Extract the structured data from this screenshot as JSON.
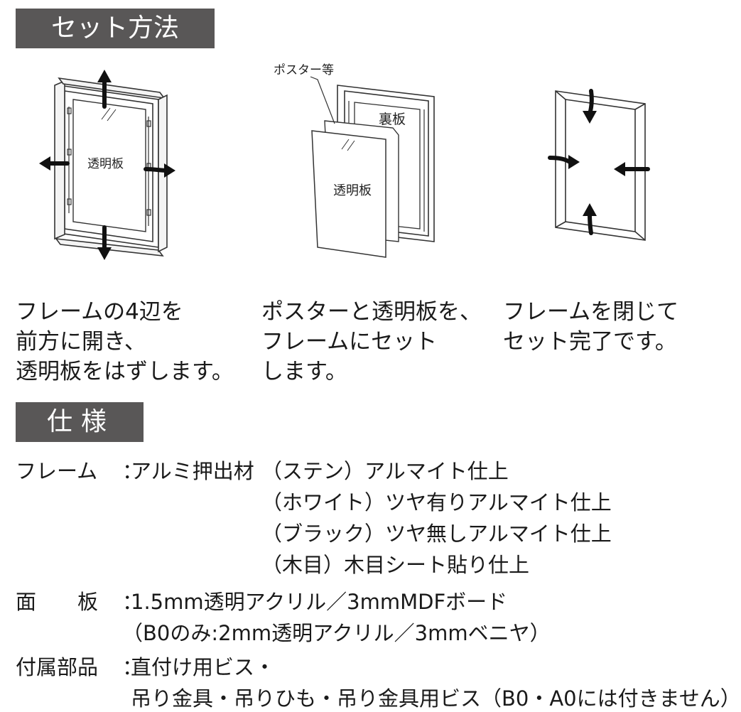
{
  "section_setup": {
    "title": "セット方法"
  },
  "diagrams": {
    "step1": {
      "plate_label": "透明板"
    },
    "step2": {
      "poster_label": "ポスター等",
      "back_label": "裏板",
      "plate_label": "透明板"
    }
  },
  "steps": [
    {
      "lines": [
        "フレームの4辺を",
        "前方に開き、",
        "透明板をはずします。"
      ]
    },
    {
      "lines": [
        "ポスターと透明板を、",
        "フレームにセット",
        "します。"
      ]
    },
    {
      "lines": [
        "フレームを閉じて",
        "セット完了です。"
      ]
    }
  ],
  "section_spec": {
    "title": "仕様"
  },
  "spec": {
    "frame": {
      "label": "フレーム",
      "colon": "：",
      "material": "アルミ押出材",
      "options": [
        "（ステン）アルマイト仕上",
        "（ホワイト）ツヤ有りアルマイト仕上",
        "（ブラック）ツヤ無しアルマイト仕上",
        "（木目）木目シート貼り仕上"
      ]
    },
    "panel": {
      "label": "面　　板",
      "colon": "：",
      "lines": [
        "1.5mm透明アクリル／3mmMDFボード",
        "（B0のみ:2mm透明アクリル／3mmベニヤ）"
      ]
    },
    "accessories": {
      "label": "付属部品",
      "colon": "：",
      "lines": [
        "直付け用ビス・",
        "吊り金具・吊りひも・吊り金具用ビス（B0・A0には付きません）"
      ]
    }
  }
}
